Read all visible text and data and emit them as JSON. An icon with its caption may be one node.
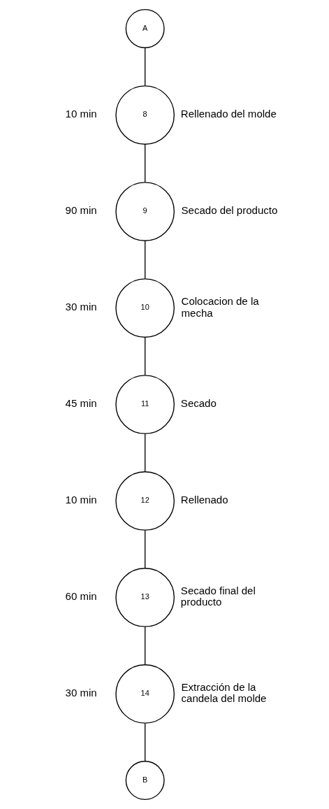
{
  "diagram": {
    "nodes": [
      {
        "text": [
          "A"
        ]
      },
      {
        "text": [
          "8"
        ],
        "beside": [
          "10 min",
          "Rellenado del molde"
        ]
      },
      {
        "text": [
          "9"
        ],
        "beside": [
          "90 min",
          "Secado del producto"
        ]
      },
      {
        "text": [
          "10"
        ],
        "beside": [
          "30 min",
          "Colocacion de la mecha"
        ]
      },
      {
        "text": [
          "11"
        ],
        "beside": [
          "45 min",
          "Secado"
        ]
      },
      {
        "text": [
          "12"
        ],
        "beside": [
          "10 min",
          "Rellenado"
        ]
      },
      {
        "text": [
          "13"
        ],
        "beside": [
          "60 min",
          "Secado final del producto"
        ]
      },
      {
        "text": [
          "14"
        ],
        "beside": [
          "30 min",
          "Extracción de la candela del molde"
        ]
      },
      {
        "text": [
          "B"
        ]
      }
    ],
    "edges": [
      {
        "from": 0,
        "to": 1,
        "arrow": "none"
      },
      {
        "from": 1,
        "to": 2,
        "arrow": "none"
      },
      {
        "from": 2,
        "to": 3,
        "arrow": "none"
      },
      {
        "from": 3,
        "to": 4,
        "arrow": "none"
      },
      {
        "from": 4,
        "to": 5,
        "arrow": "none"
      },
      {
        "from": 5,
        "to": 6,
        "arrow": "none"
      },
      {
        "from": 6,
        "to": 7,
        "arrow": "none"
      },
      {
        "from": 7,
        "to": 8,
        "arrow": "none"
      }
    ]
  }
}
